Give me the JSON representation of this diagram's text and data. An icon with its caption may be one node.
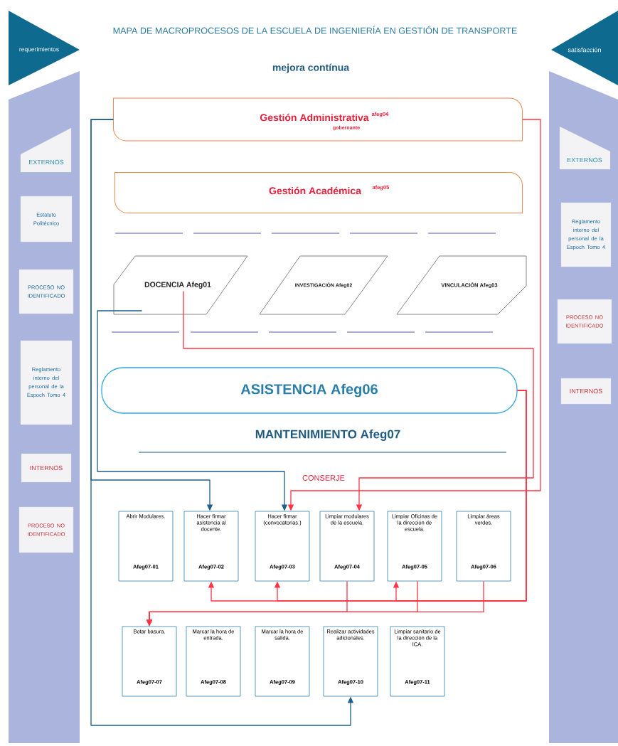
{
  "diagram": {
    "title": "MAPA DE MACROPROCESOS DE LA ESCUELA DE INGENIERÍA EN GESTIÓN DE TRANSPORTE",
    "nodes": [
      {
        "text": [
          "requerimientos"
        ]
      },
      {
        "text": [
          "satisfacción"
        ]
      },
      {
        "text": [],
        "shape": "bar"
      },
      {
        "text": [
          "EXTERNOS"
        ],
        "in": 2
      },
      {
        "text": [
          "Estatuto Politécnico"
        ],
        "in": 2
      },
      {
        "text": [
          "PROCESO NO IDENTIFICADO"
        ],
        "in": 2
      },
      {
        "text": [
          "Reglamento interno del personal de la Espoch Tomo 4"
        ],
        "in": 2
      },
      {
        "text": [
          "INTERNOS"
        ],
        "in": 2
      },
      {
        "text": [
          "PROCESO NO IDENTIFICADO"
        ],
        "in": 2
      },
      {
        "text": [],
        "shape": "bar"
      },
      {
        "text": [
          "EXTERNOS"
        ],
        "in": 9
      },
      {
        "text": [
          "Reglamento interno del personal de la Espoch Tomo 4"
        ],
        "in": 9
      },
      {
        "text": [
          "PROCESO NO IDENTIFICADO"
        ],
        "in": 9
      },
      {
        "text": [
          "INTERNOS"
        ],
        "in": 9
      },
      {
        "text": [
          "Gestión Administrativa",
          "afeg04",
          "gobernante"
        ]
      },
      {
        "text": [
          "Gestión Académica",
          "afeg05"
        ]
      },
      {
        "text": [
          "DOCENCIA Afeg01"
        ]
      },
      {
        "text": [
          "INVESTIGACIÓN Afeg02"
        ]
      },
      {
        "text": [
          "VINCULACIÓN Afeg03"
        ]
      },
      {
        "text": [
          "ASISTENCIA Afeg06"
        ]
      },
      {
        "text": [
          "Abrir Modulares.",
          "Afeg07-01"
        ]
      },
      {
        "text": [
          "Hacer firmar asistencia al docente.",
          "Afeg07-02"
        ]
      },
      {
        "text": [
          "Hacer firmar (convocatorias.)",
          "Afeg07-03"
        ]
      },
      {
        "text": [
          "Limpiar modulares de la escuela.",
          "Afeg07-04"
        ]
      },
      {
        "text": [
          "Limpiar Oficinas de la dirección de escuela.",
          "Afeg07-05"
        ]
      },
      {
        "text": [
          "Limpiar áreas verdes.",
          "Afeg07-06"
        ]
      },
      {
        "text": [
          "Botar basura.",
          "Afeg07-07"
        ]
      },
      {
        "text": [
          "Marcar la hora de entrada.",
          "Afeg07-08"
        ]
      },
      {
        "text": [
          "Marcar la hora de salida.",
          "Afeg07-09"
        ]
      },
      {
        "text": [
          "Realizar actividades adicionales.",
          "Afeg07-10"
        ]
      },
      {
        "text": [
          "Limpiar sanitario de la dirección de la ICA.",
          "Afeg07-11"
        ]
      }
    ],
    "edges": [
      {
        "from": 14,
        "to": 22,
        "arrow": "to"
      },
      {
        "from": 16,
        "to": 23,
        "arrow": "to"
      },
      {
        "from": 19,
        "to": 21,
        "arrow": "to"
      },
      {
        "from": 19,
        "to": 22,
        "arrow": "to"
      },
      {
        "from": 19,
        "to": 24,
        "arrow": "to"
      },
      {
        "from": 23,
        "to": 26,
        "arrow": "to"
      },
      {
        "from": 24,
        "to": 26,
        "arrow": "to"
      },
      {
        "from": 25,
        "to": 26,
        "arrow": "to"
      },
      {
        "from": 14,
        "to": 21,
        "arrow": "to",
        "color": "#1f5f8b"
      },
      {
        "from": 16,
        "to": 22,
        "arrow": "to",
        "color": "#1f5f8b"
      },
      {
        "from": 14,
        "to": 29,
        "arrow": "to",
        "color": "#1f5f8b"
      }
    ],
    "labels": [
      "mejora contínua",
      "MANTENIMIENTO Afeg07",
      "CONSERJE"
    ]
  }
}
